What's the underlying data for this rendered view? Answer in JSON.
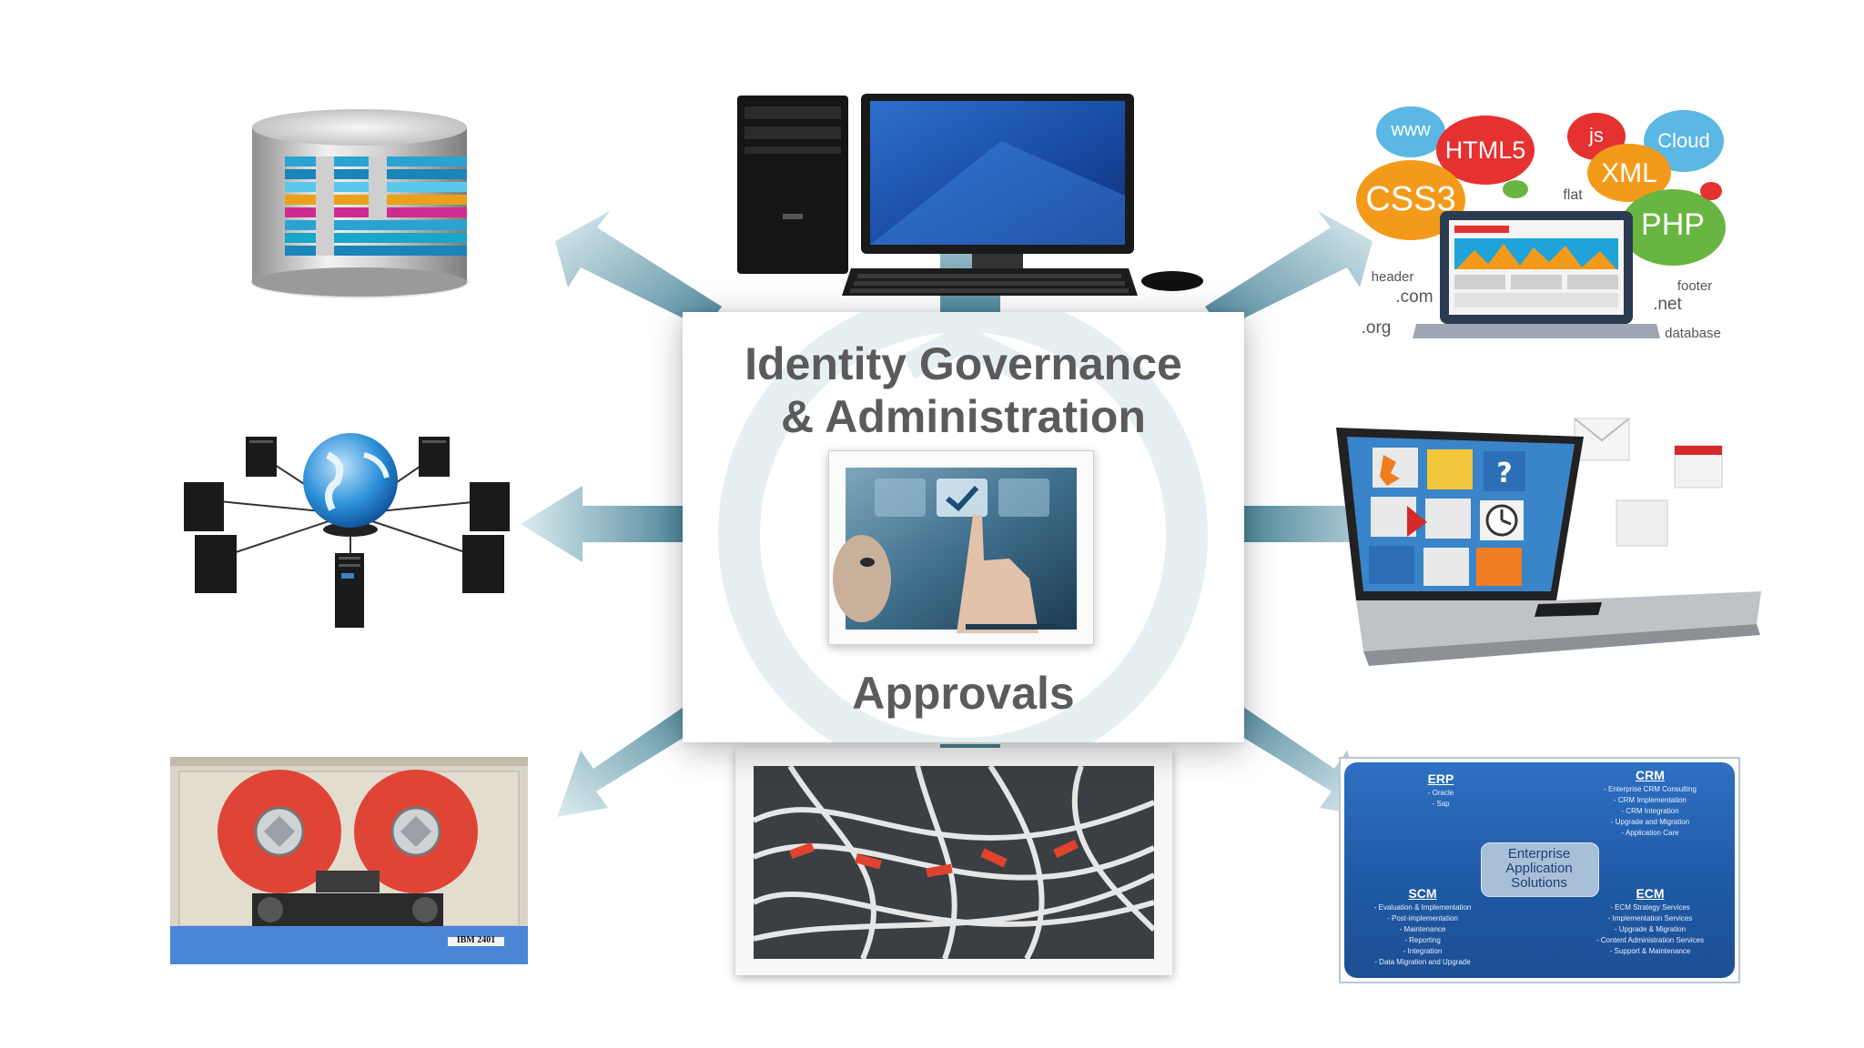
{
  "center": {
    "title_line1": "Identity Governance",
    "title_line2": "& Administration",
    "caption": "Approvals"
  },
  "web_cloud": {
    "tags": [
      "www",
      "HTML5",
      "js",
      "Cloud",
      "CSS3",
      "XML",
      "flat",
      "PHP",
      "header",
      ".com",
      "footer",
      ".net",
      ".org",
      "database"
    ]
  },
  "tape_drive": {
    "label": "IBM 2401"
  },
  "enterprise": {
    "center_label_1": "Enterprise",
    "center_label_2": "Application",
    "center_label_3": "Solutions",
    "erp": {
      "title": "ERP",
      "items": [
        "- Oracle",
        "- Sap"
      ]
    },
    "crm": {
      "title": "CRM",
      "items": [
        "- Enterprise CRM Consulting",
        "- CRM Implementation",
        "- CRM Integration",
        "- Upgrade and Migration",
        "- Application Care"
      ]
    },
    "scm": {
      "title": "SCM",
      "items": [
        "- Evaluation & Implementation",
        "- Post-implementation",
        "- Maintenance",
        "- Reporting",
        "- Integration",
        "- Data Migration and Upgrade"
      ]
    },
    "ecm": {
      "title": "ECM",
      "items": [
        "- ECM Strategy Services",
        "- Implementation Services",
        "- Upgrade & Migration",
        "- Content Administration Services",
        "- Support & Maintenance"
      ]
    }
  },
  "colors": {
    "arrow_light": "#dcecf1",
    "arrow_dark": "#4f889b",
    "ring": "#e6f0f2",
    "title_text": "#5b5b5b",
    "enterprise_blue": "#1f5aa6"
  }
}
